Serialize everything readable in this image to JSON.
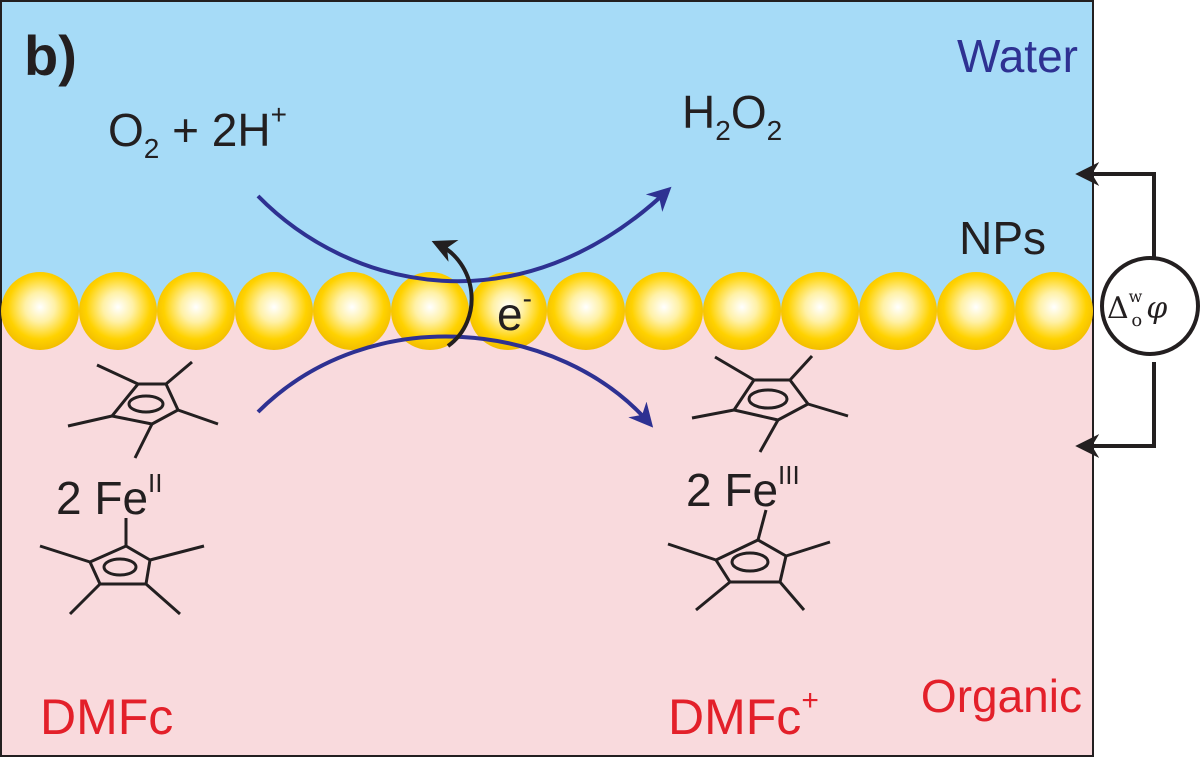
{
  "panel_label": "b)",
  "phases": {
    "water": "Water",
    "organic": "Organic",
    "nps": "NPs"
  },
  "reaction": {
    "reactant": {
      "o": "O",
      "o_sub": "2",
      "mid": " + 2H",
      "h_sup": "+"
    },
    "product": {
      "h": "H",
      "h_sub": "2",
      "o": "O",
      "o_sub": "2"
    },
    "electron": {
      "e": "e",
      "sup": "-"
    }
  },
  "species": {
    "left_label": "2 Fe",
    "left_sup": "II",
    "right_label": "2 Fe",
    "right_sup": "III",
    "dmfc": "DMFc",
    "dmfc_plus": "DMFc",
    "dmfc_plus_sup": "+"
  },
  "potential": {
    "delta": "Δ",
    "sup": "w",
    "sub": "o",
    "phi": "φ"
  },
  "colors": {
    "water": "#a6dbf7",
    "organic": "#f9dadd",
    "np_gold": "#ffcc00",
    "arrow_blue": "#2e3192",
    "red_text": "#e3202a",
    "water_text": "#2e3192",
    "dark": "#231f20"
  }
}
